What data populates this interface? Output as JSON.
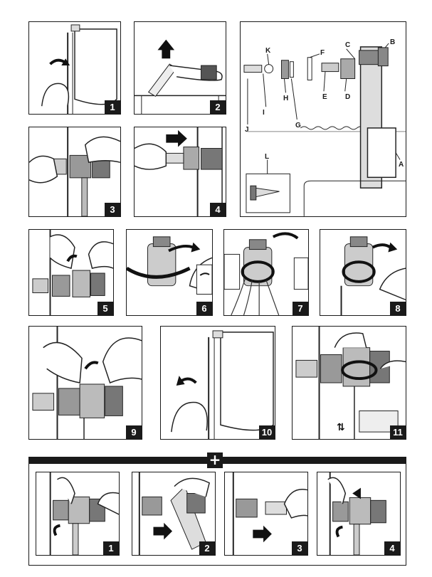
{
  "steps": [
    "1",
    "2",
    "3",
    "4",
    "5",
    "6",
    "7",
    "8",
    "9",
    "10",
    "11"
  ],
  "extra_steps": [
    "1",
    "2",
    "3",
    "4"
  ],
  "parts": [
    "A",
    "B",
    "C",
    "D",
    "E",
    "F",
    "G",
    "H",
    "I",
    "J",
    "K",
    "L"
  ],
  "plus_symbol": "+",
  "icons": {
    "arrow": "curved-arrow-icon",
    "up_down": "up-down-arrows-icon"
  }
}
